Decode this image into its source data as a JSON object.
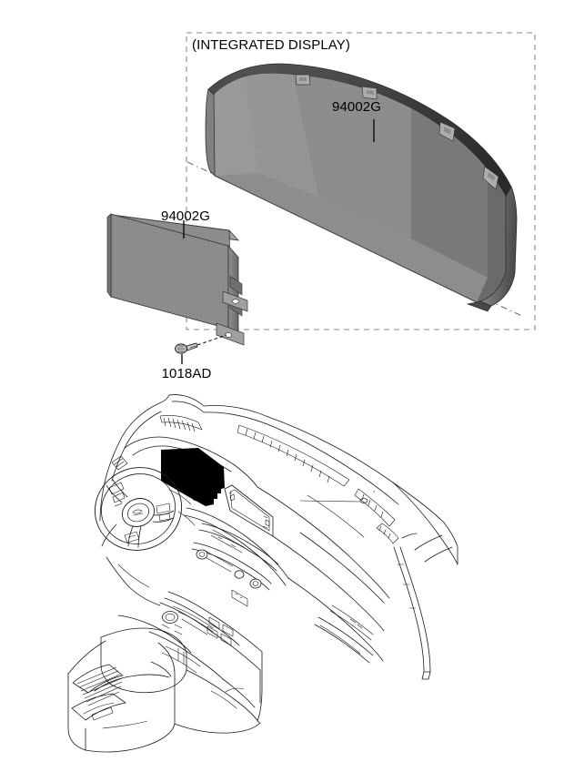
{
  "figure": {
    "title_note": "(INTEGRATED DISPLAY)",
    "labels": {
      "curved_display_part": "94002G",
      "cluster_part": "94002G",
      "screw_part": "1018AD"
    },
    "colors": {
      "line": "#1a1a1a",
      "dash_border": "#8a8a8a",
      "panel_light": "#9a9a9a",
      "panel_mid": "#8b8b8b",
      "panel_dark": "#6e6e6e",
      "panel_darker": "#5d5d5d",
      "bezel": "#3a3a3a",
      "cluster_face": "#8d8d8d",
      "cluster_edge": "#777777",
      "highlight_display": "#000000",
      "background": "#ffffff"
    },
    "parts": [
      {
        "name": "integrated-curved-display",
        "part_number": "94002G",
        "group": "(INTEGRATED DISPLAY)"
      },
      {
        "name": "instrument-cluster-display",
        "part_number": "94002G",
        "group": ""
      },
      {
        "name": "mounting-screw",
        "part_number": "1018AD",
        "group": ""
      }
    ],
    "views": {
      "exploded_view_name": "exploded-parts-view",
      "vehicle_view_name": "dashboard-interior-view"
    }
  }
}
